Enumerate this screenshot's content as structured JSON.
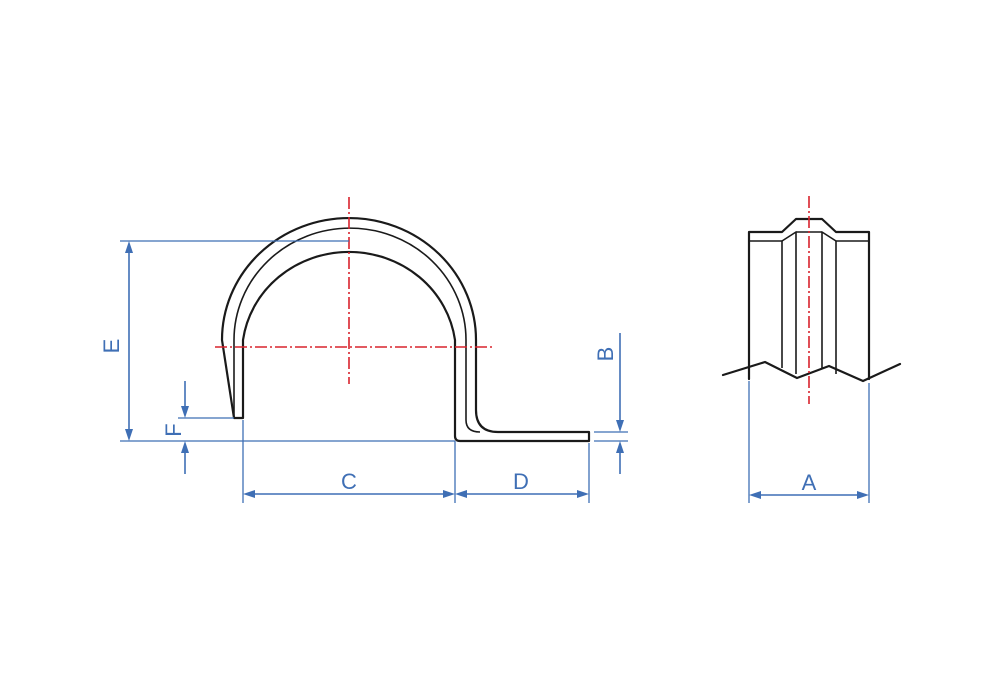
{
  "colors": {
    "part_outline": "#1a1a1a",
    "center_line": "#d9232d",
    "dimension": "#3f6fb5",
    "background": "#ffffff"
  },
  "dimensions": {
    "a": "A",
    "b": "B",
    "c": "C",
    "d": "D",
    "e": "E",
    "f": "F"
  }
}
